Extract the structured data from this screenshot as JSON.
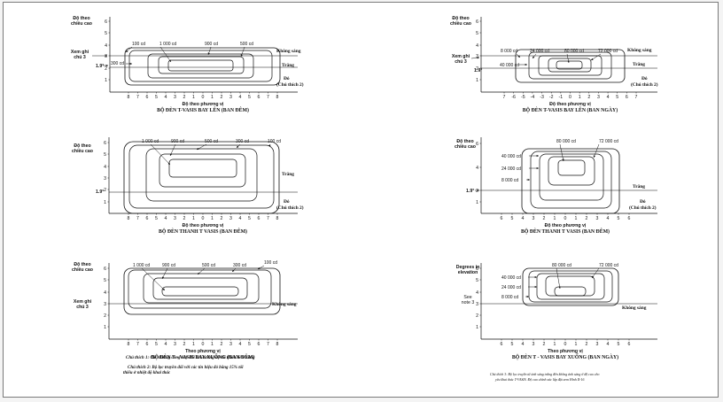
{
  "panels": [
    {
      "id": "p1",
      "title": "BỘ ĐÈN T-VASIS BAY LÊN (BAN ĐÊM)",
      "x_label": "Độ theo phương vị",
      "y_label": [
        "Độ theo",
        "chiều cao"
      ],
      "x_ticks": [
        "8",
        "7",
        "6",
        "5",
        "4",
        "3",
        "2",
        "1",
        "0",
        "1",
        "2",
        "3",
        "4",
        "5",
        "6",
        "7",
        "8"
      ],
      "y_ticks": [
        "1",
        "2",
        "3",
        "4",
        "5",
        "6"
      ],
      "intensity_labels": [
        "100 cd",
        "1 000 cd",
        "900 cd",
        "500 cd",
        "300 cd"
      ],
      "side_labels": [
        "Xem ghi",
        "chú 3"
      ],
      "glide_angle": "1.9°",
      "zone_labels": [
        "Không sáng",
        "Trắng",
        "Đỏ",
        "(Chú thích 2)"
      ]
    },
    {
      "id": "p2",
      "title": "BỘ ĐÈN T-VASIS BAY LÊN (BAN NGÀY)",
      "x_label": "Độ theo phương vị",
      "y_label": [
        "Độ theo",
        "chiều cao"
      ],
      "x_ticks": [
        "7",
        "-6",
        "-5",
        "-4",
        "-3",
        "-2",
        "-1",
        "0",
        "1",
        "2",
        "3",
        "4",
        "5",
        "6",
        "7"
      ],
      "y_ticks": [
        "1",
        "2",
        "3",
        "4",
        "5",
        "6"
      ],
      "intensity_labels": [
        "8 000 cd",
        "24 000 cd",
        "80 000 cd",
        "72 000 cd",
        "40 000 cd"
      ],
      "side_labels": [
        "Xem ghi",
        "chú 3"
      ],
      "glide_angle": "1.9°",
      "zone_labels": [
        "Không sáng",
        "Trắng",
        "Đỏ",
        "(Chú thích 2)"
      ]
    },
    {
      "id": "p3",
      "title": "BỘ ĐÈN THANH T VASIS (BAN ĐÊM)",
      "x_label": "Độ theo phương vị",
      "y_label": [
        "Độ theo",
        "chiều cao"
      ],
      "x_ticks": [
        "8",
        "7",
        "6",
        "5",
        "4",
        "3",
        "2",
        "1",
        "0",
        "1",
        "2",
        "3",
        "4",
        "5",
        "6",
        "7",
        "8"
      ],
      "y_ticks": [
        "1",
        "2",
        "3",
        "4",
        "5",
        "6"
      ],
      "intensity_labels": [
        "1 000 cd",
        "900 cd",
        "500 cd",
        "300 cd",
        "100 cd"
      ],
      "glide_angle": "1.9°",
      "zone_labels": [
        "Trắng",
        "Đỏ",
        "(Chú thích 2)"
      ]
    },
    {
      "id": "p4",
      "title": "BỘ ĐÈN THANH T VASIS (BAN ĐÊM)",
      "x_label": "Độ theo phương vị",
      "y_label": [
        "Độ theo",
        "chiều cao"
      ],
      "x_ticks": [
        "6",
        "5",
        "4",
        "3",
        "2",
        "1",
        "0",
        "1",
        "2",
        "3",
        "4",
        "5",
        "6"
      ],
      "y_ticks": [
        "1",
        "2",
        "4",
        "6"
      ],
      "intensity_labels": [
        "80 000 cd",
        "72 000 cd",
        "40 000 cd",
        "24 000 cd",
        "8 000 cd"
      ],
      "glide_angle": "1.9°",
      "zone_labels": [
        "Trắng",
        "Đỏ",
        "(Chú thích 2)"
      ]
    },
    {
      "id": "p5",
      "title": "BỘ ĐÈN T - VASIS BAY XUỐNG (BAN ĐÊM)",
      "x_label": "Theo phương vị",
      "y_label": [
        "Độ theo",
        "chiều cao"
      ],
      "x_ticks": [
        "8",
        "7",
        "6",
        "5",
        "4",
        "3",
        "2",
        "1",
        "0",
        "1",
        "2",
        "3",
        "4",
        "5",
        "6",
        "7",
        "8"
      ],
      "y_ticks": [
        "1",
        "2",
        "3",
        "4",
        "5",
        "6"
      ],
      "intensity_labels": [
        "1 000 cd",
        "900 cd",
        "500 cd",
        "300 cd",
        "100 cd"
      ],
      "side_labels": [
        "Xem ghi",
        "chú 3"
      ],
      "zone_labels": [
        "Không sáng"
      ],
      "notes": [
        "Chú thích 1: Các đường cong này đối với cường độ tối thiểu đèn trắng",
        "Chú thích 2: Bộ lọc truyền đối với các tín hiệu đỏ bằng 15% tối",
        "thiểu ở nhiệt độ khai thác"
      ]
    },
    {
      "id": "p6",
      "title": "BỘ ĐÈN T - VASIS BAY XUỐNG (BAN NGÀY)",
      "x_label": "Theo phương vị",
      "y_label": [
        "Degrees in",
        "elevation"
      ],
      "x_ticks": [
        "6",
        "5",
        "4",
        "3",
        "2",
        "1",
        "0",
        "1",
        "2",
        "3",
        "4",
        "5",
        "6"
      ],
      "y_ticks": [
        "1",
        "2",
        "3",
        "4",
        "5",
        "6"
      ],
      "intensity_labels": [
        "80 000 cd",
        "72 000 cd",
        "40 000 cd",
        "24 000 cd",
        "8 000 cd"
      ],
      "side_labels": [
        "See",
        "note 3"
      ],
      "zone_labels": [
        "Không sáng"
      ],
      "notes": [
        "Chú thích 3: Bộ lọc truyền từ ánh sáng trắng đến không ánh sáng ở độ cao cho",
        "yêu khai thác T-VASIS. Độ cao chính xác lấp đặt xem Hình II-16"
      ]
    }
  ]
}
